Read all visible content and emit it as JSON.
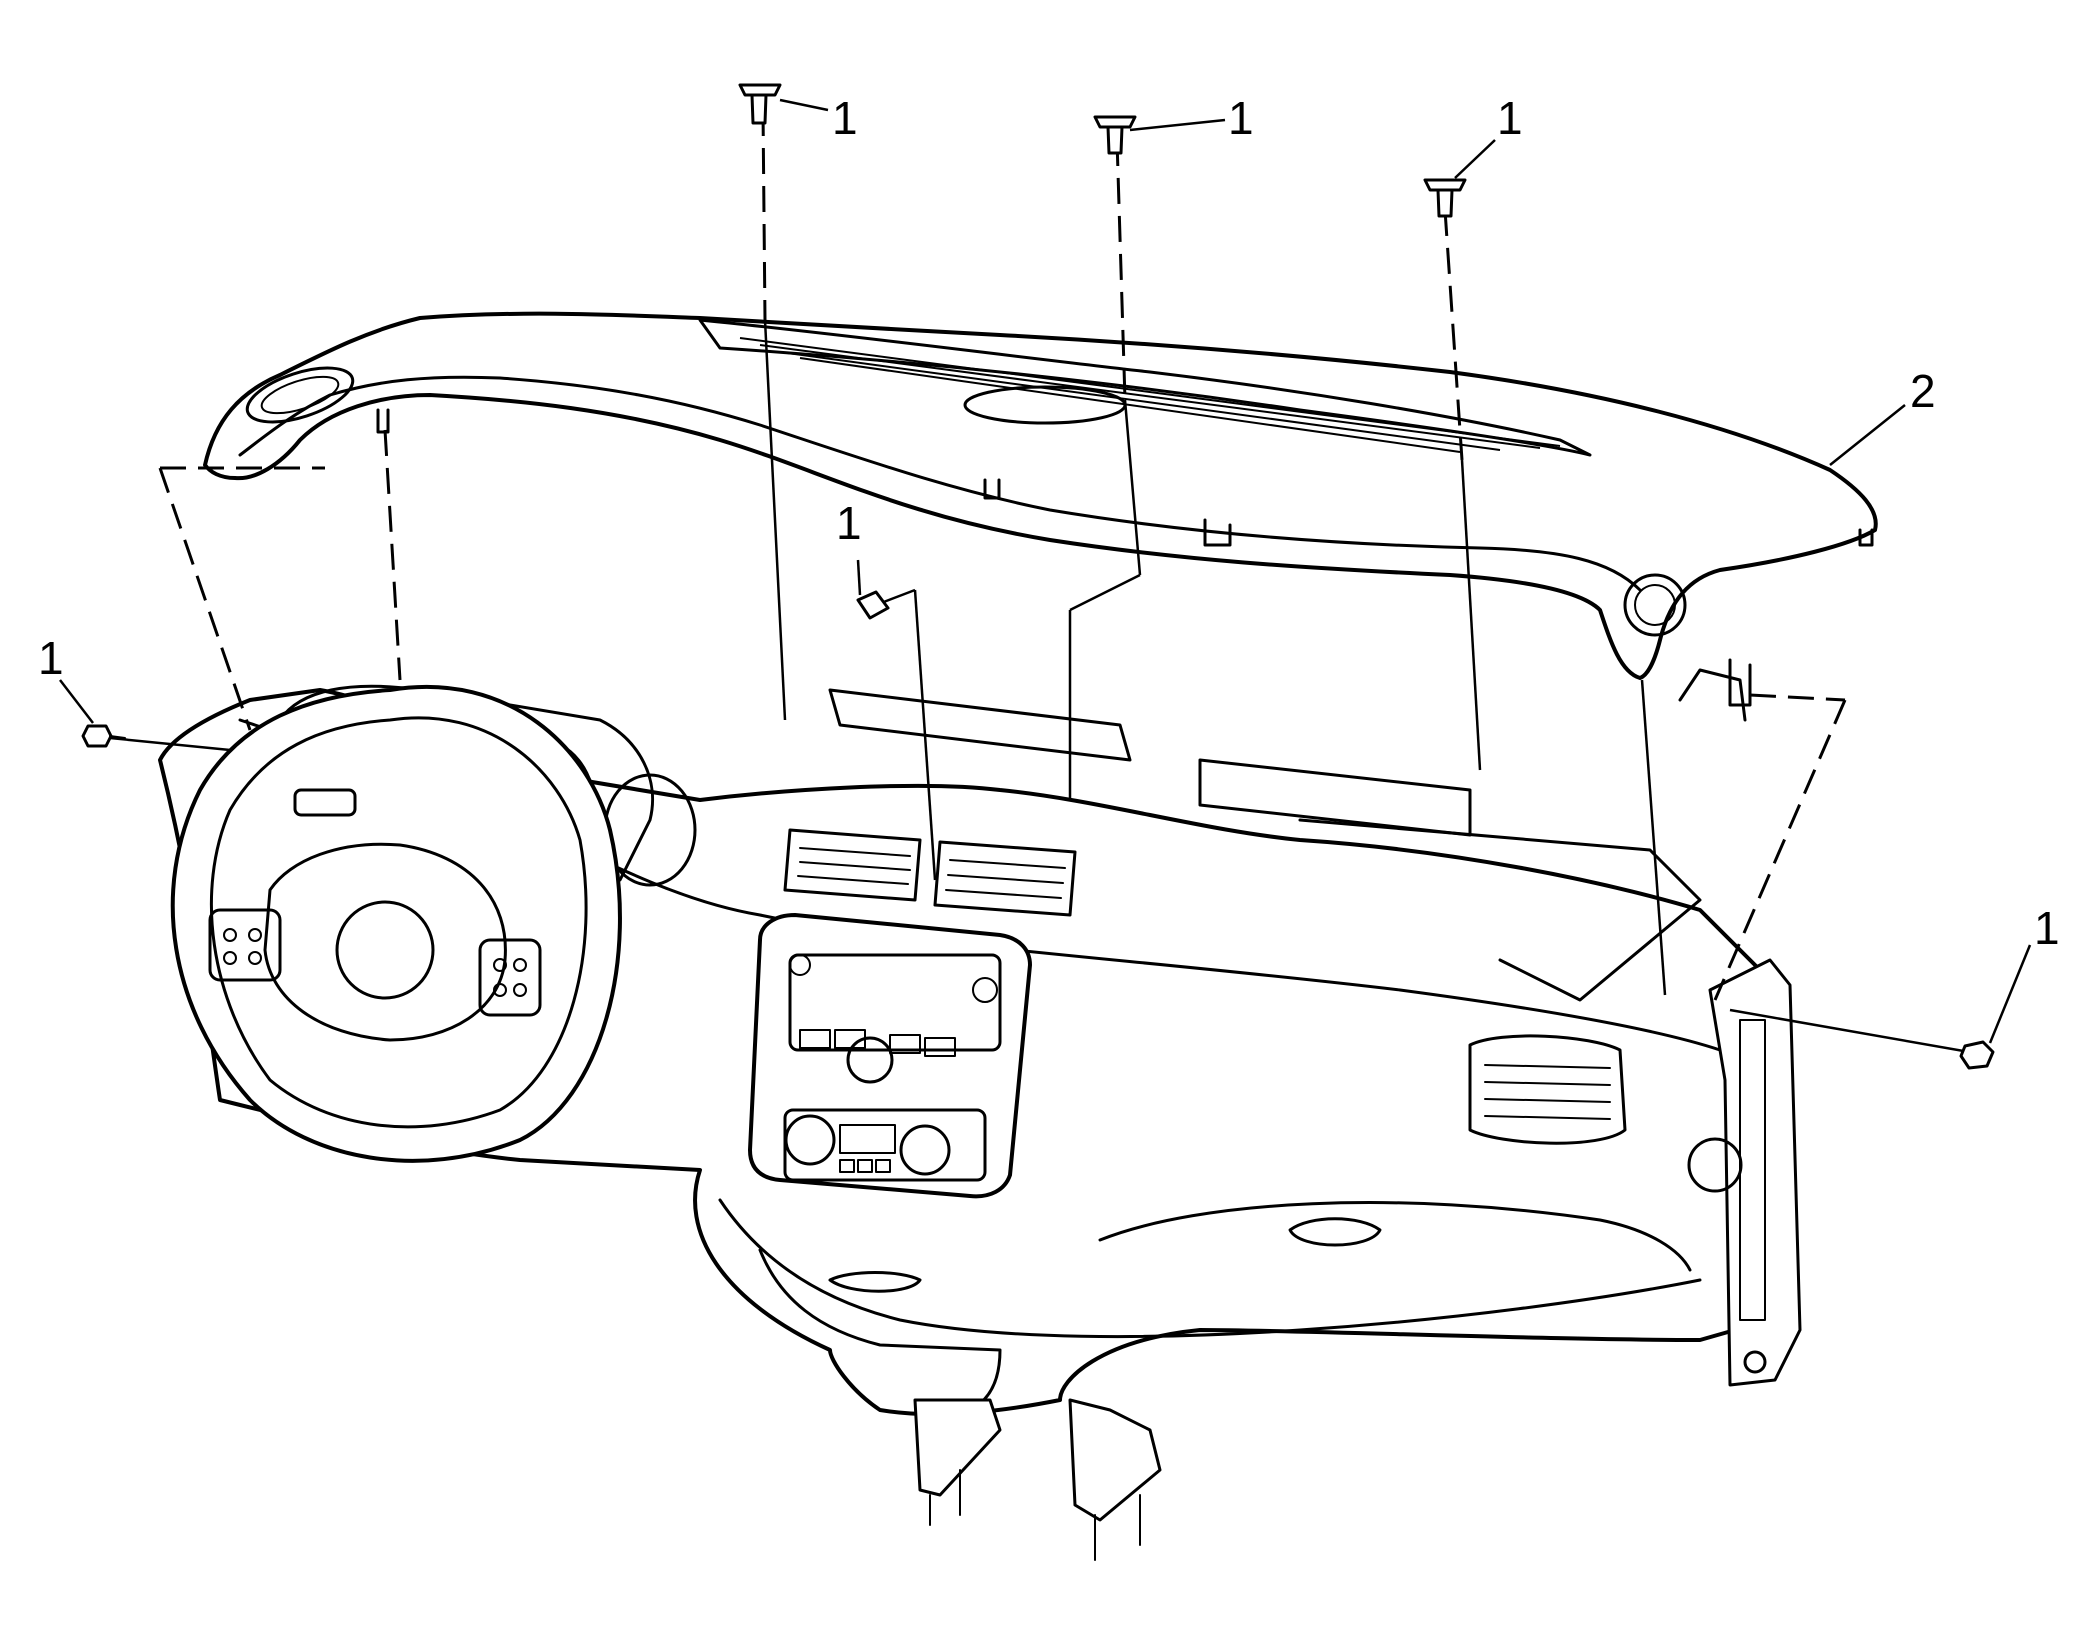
{
  "callouts": [
    {
      "id": "c-top-left",
      "text": "1"
    },
    {
      "id": "c-top-mid",
      "text": "1"
    },
    {
      "id": "c-top-right",
      "text": "1"
    },
    {
      "id": "c-center",
      "text": "1"
    },
    {
      "id": "c-left",
      "text": "1"
    },
    {
      "id": "c-right",
      "text": "1"
    },
    {
      "id": "c-panel",
      "text": "2"
    }
  ],
  "parts": {
    "fastener": "1",
    "upper_trim_panel": "2"
  }
}
